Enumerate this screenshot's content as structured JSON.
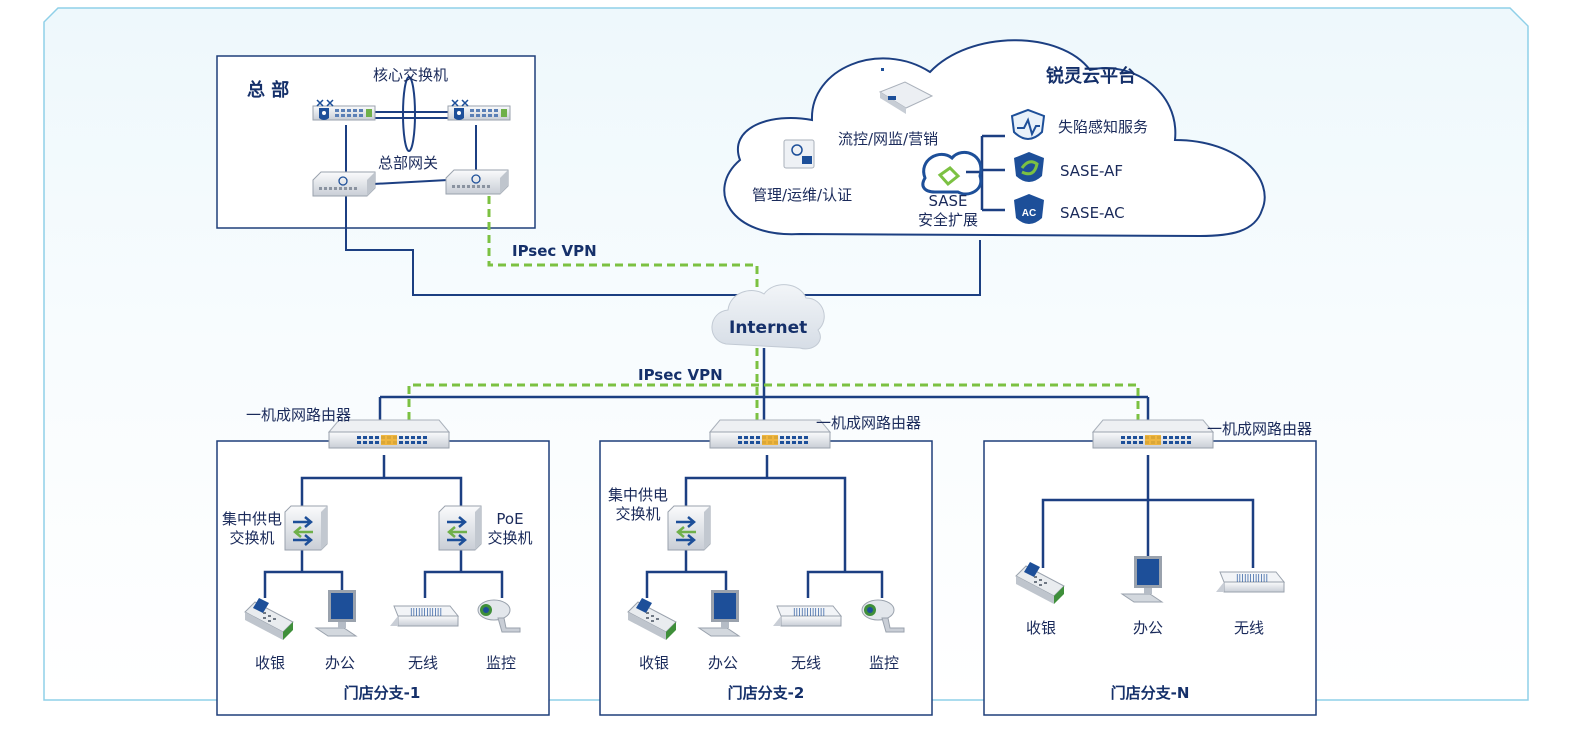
{
  "headquarters": {
    "title": "总 部",
    "core_switch": "核心交换机",
    "gateway": "总部网关"
  },
  "cloud": {
    "title": "锐灵云平台",
    "traffic": "流控/网监/营销",
    "management": "管理/运维/认证",
    "sase_line1": "SASE",
    "sase_line2": "安全扩展",
    "services": [
      "失陷感知服务",
      "SASE-AF",
      "SASE-AC"
    ],
    "ac_badge": "AC"
  },
  "network": {
    "internet": "Internet",
    "vpn_top": "IPsec VPN",
    "vpn_bottom": "IPsec VPN"
  },
  "branches": [
    {
      "router": "一机成网路由器",
      "switch_a_line1": "集中供电",
      "switch_a_line2": "交换机",
      "switch_b_line1": "PoE",
      "switch_b_line2": "交换机",
      "devices": [
        "收银",
        "办公",
        "无线",
        "监控"
      ],
      "name": "门店分支-1"
    },
    {
      "router": "一机成网路由器",
      "switch_a_line1": "集中供电",
      "switch_a_line2": "交换机",
      "devices": [
        "收银",
        "办公",
        "无线",
        "监控"
      ],
      "name": "门店分支-2"
    },
    {
      "router": "一机成网路由器",
      "devices": [
        "收银",
        "办公",
        "无线"
      ],
      "name": "门店分支-N"
    }
  ],
  "colors": {
    "frame_border": "#8fd0e8",
    "box_border": "#1f3f7a",
    "line": "#1c3f82",
    "vpn_dash": "#7cc142",
    "text": "#15306a"
  }
}
